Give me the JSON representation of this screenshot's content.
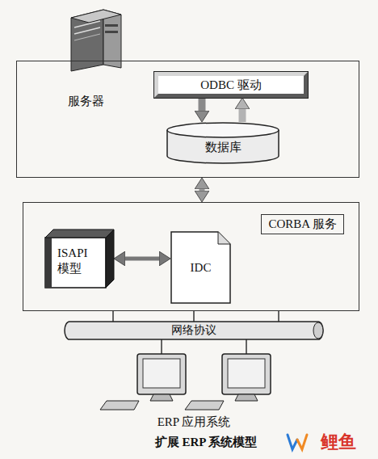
{
  "diagram": {
    "caption": "扩展 ERP 系统模型",
    "nodes": [
      {
        "text": [
          "服务器"
        ]
      },
      {
        "text": [
          "ODBC 驱动"
        ],
        "in": 0
      },
      {
        "text": [
          "数据库"
        ],
        "in": 0
      },
      {
        "text": [
          "CORBA 服务"
        ]
      },
      {
        "text": [
          "ISAPI 模型"
        ],
        "in": 3
      },
      {
        "text": [
          "IDC"
        ],
        "in": 3
      },
      {
        "text": [
          "网络协议"
        ]
      }
    ],
    "edges": [
      {
        "from": 1,
        "to": 2,
        "arrow": "to"
      },
      {
        "from": 2,
        "to": 1,
        "arrow": "to"
      },
      {
        "from": 0,
        "to": 3,
        "arrow": "both"
      },
      {
        "from": 4,
        "to": 5,
        "arrow": "both"
      },
      {
        "from": 3,
        "to": 6,
        "arrow": "none"
      },
      {
        "from": 3,
        "to": 6,
        "arrow": "none"
      },
      {
        "from": 3,
        "to": 6,
        "arrow": "none"
      }
    ],
    "labels": [
      "ERP 应用系统",
      "鲤鱼"
    ]
  }
}
